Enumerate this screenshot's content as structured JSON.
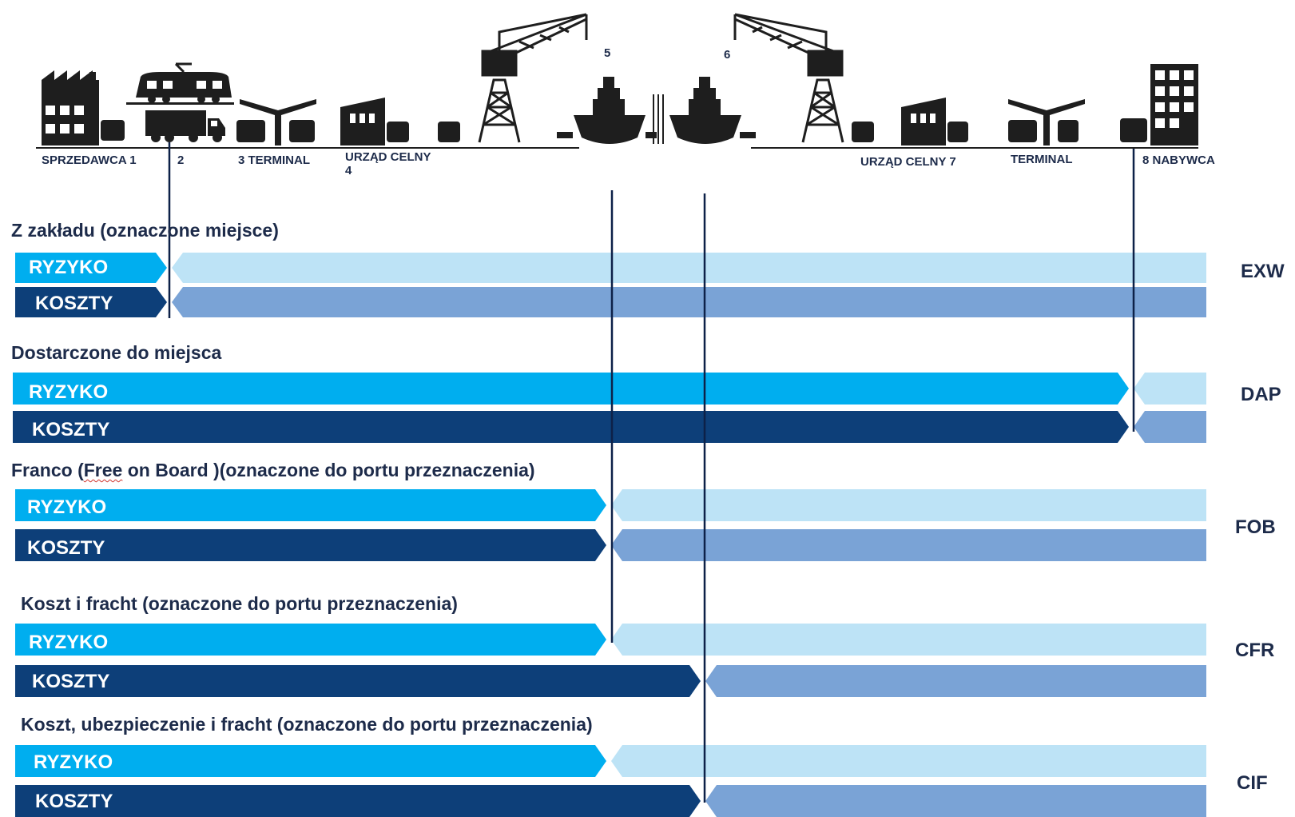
{
  "stops": {
    "sprzedawca": "SPRZEDAWCA 1",
    "s2": "2",
    "terminal3": "3 TERMINAL",
    "urzad4_line1": "URZĄD CELNY",
    "urzad4_line2": "4",
    "s5": "5",
    "s6": "6",
    "urzad7": "URZĄD CELNY 7",
    "terminal": "TERMINAL",
    "nabywca": "8 NABYWCA"
  },
  "colors": {
    "risk_seller": "#00aeef",
    "risk_buyer": "#bde3f6",
    "cost_seller": "#0d3f79",
    "cost_buyer": "#7aa3d6",
    "text": "#1d2b4a"
  },
  "terms": [
    {
      "title": "Z zakładu (oznaczone miejsce)",
      "code": "EXW",
      "risk_label": "RYZYKO",
      "cost_label": "KOSZTY",
      "risk_transfer_stop": 2,
      "cost_transfer_stop": 2
    },
    {
      "title": "Dostarczone do miejsca",
      "code": "DAP",
      "risk_label": "RYZYKO",
      "cost_label": "KOSZTY",
      "risk_transfer_stop": 8,
      "cost_transfer_stop": 8
    },
    {
      "title_parts": [
        "Franco  (",
        "Free",
        " on Board )(oznaczone do portu przeznaczenia)"
      ],
      "code": "FOB",
      "risk_label": "RYZYKO",
      "cost_label": "KOSZTY",
      "risk_transfer_stop": 5,
      "cost_transfer_stop": 5
    },
    {
      "title": "Koszt i fracht (oznaczone do portu przeznaczenia)",
      "code": "CFR",
      "risk_label": "RYZYKO",
      "cost_label": "KOSZTY",
      "risk_transfer_stop": 5,
      "cost_transfer_stop": 6
    },
    {
      "title": "Koszt, ubezpieczenie i fracht (oznaczone do portu przeznaczenia)",
      "code": "CIF",
      "risk_label": "RYZYKO",
      "cost_label": "KOSZTY",
      "risk_transfer_stop": 5,
      "cost_transfer_stop": 6
    }
  ]
}
